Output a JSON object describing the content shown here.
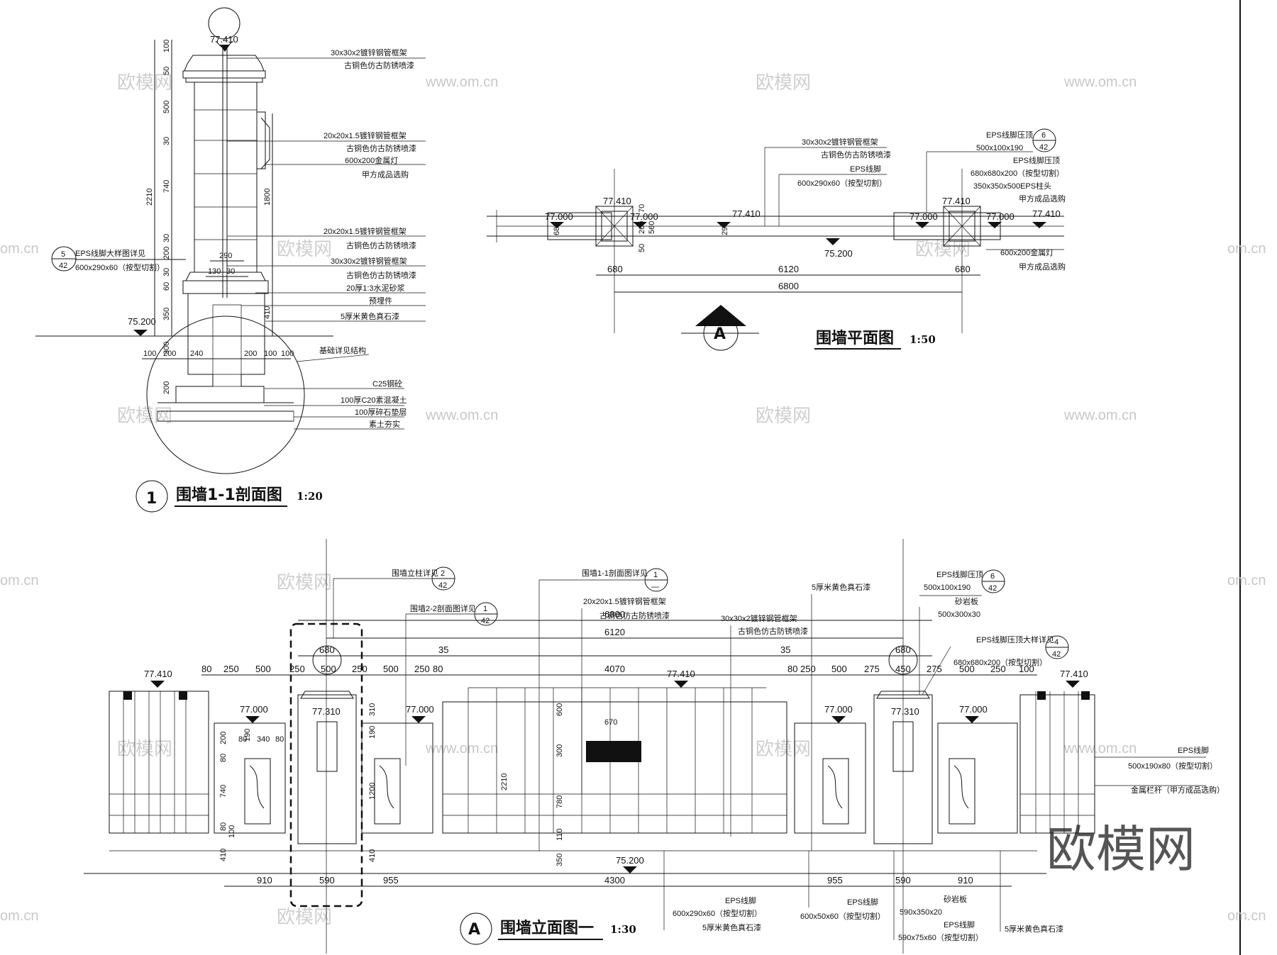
{
  "watermarks": {
    "brand_cn": "欧模网",
    "url": "www.om.cn",
    "url_edge": "om.cn"
  },
  "section": {
    "title": "围墙1-1剖面图",
    "scale": "1:20",
    "marker": "1",
    "elev_top": "77.410",
    "elev_ground": "75.200",
    "dims_v": [
      "100",
      "50",
      "500",
      "30",
      "740",
      "30",
      "200",
      "30",
      "60",
      "350",
      "300",
      "200",
      "2210",
      "1800",
      "410"
    ],
    "dims_h": [
      "290",
      "130",
      "30",
      "100",
      "200",
      "240",
      "200",
      "100",
      "100"
    ],
    "callout": {
      "num": "5",
      "sheet": "42",
      "line1": "EPS线脚大样图详见",
      "line2": "600x290x60（按型切割）"
    },
    "labels": [
      "30x30x2镀锌钢管框架",
      "古铜色仿古防锈喷漆",
      "20x20x1.5镀锌钢管框架",
      "古铜色仿古防锈喷漆",
      "600x200金属灯",
      "甲方成品选购",
      "20x20x1.5镀锌钢管框架",
      "古铜色仿古防锈喷漆",
      "30x30x2镀锌钢管框架",
      "古铜色仿古防锈喷漆",
      "20厚1:3水泥砂浆",
      "预埋件",
      "5厚米黄色真石漆",
      "基础详见结构",
      "C25钢砼",
      "100厚C20素混凝土",
      "100厚碎石垫层",
      "素土夯实"
    ]
  },
  "plan": {
    "title": "围墙平面图",
    "scale": "1:50",
    "marker": "A",
    "elevs": [
      "77.000",
      "77.410",
      "77.000",
      "77.410",
      "77.410",
      "77.000",
      "77.000",
      "77.410"
    ],
    "elev_ground": "75.200",
    "dims": [
      "680",
      "6120",
      "680",
      "6800",
      "680",
      "70",
      "260",
      "50",
      "560",
      "290"
    ],
    "labels": [
      "30x30x2镀锌钢管框架",
      "古铜色仿古防锈喷漆",
      "EPS线脚",
      "600x290x60（按型切割）",
      "EPS线脚压顶",
      "500x100x190",
      "EPS线脚压顶",
      "680x680x200（按型切割）",
      "350x350x500EPS柱头",
      "甲方成品选购",
      "600x200金属灯",
      "甲方成品选购"
    ],
    "callout": {
      "num": "6",
      "sheet": "42"
    }
  },
  "elevation": {
    "title": "围墙立面图一",
    "scale": "1:30",
    "marker": "A",
    "elevs": [
      "77.410",
      "77.000",
      "77.310",
      "77.000",
      "77.410",
      "77.000",
      "77.310",
      "77.000",
      "77.410"
    ],
    "elev_ground": "75.200",
    "dims_top_row1": [
      "6800"
    ],
    "dims_top_row2": [
      "6120"
    ],
    "dims_top_row3": [
      "680",
      "35",
      "35",
      "680"
    ],
    "dims_top_row4": [
      "80",
      "250",
      "500",
      "250",
      "500",
      "250",
      "500",
      "250",
      "80",
      "4070",
      "80",
      "250",
      "500",
      "275",
      "450",
      "275",
      "500",
      "250",
      "100"
    ],
    "dims_bottom": [
      "910",
      "590",
      "955",
      "4300",
      "955",
      "590",
      "910"
    ],
    "dims_v": [
      "200",
      "190",
      "80",
      "340",
      "80",
      "80",
      "740",
      "80",
      "100",
      "410",
      "310",
      "190",
      "1200",
      "410",
      "2210",
      "600",
      "300",
      "780",
      "110",
      "350",
      "670"
    ],
    "callouts": [
      {
        "text": "围墙立柱详见",
        "num": "2",
        "sheet": "42"
      },
      {
        "text": "围墙2-2剖面图详见",
        "num": "1",
        "sheet": "42"
      },
      {
        "text": "围墙1-1剖面图详见",
        "num": "1",
        "sheet": "—"
      },
      {
        "text": "EPS线脚压顶",
        "num": "6",
        "sheet": "42"
      },
      {
        "text": "EPS线脚压顶大样详见",
        "num": "4",
        "sheet": "42"
      }
    ],
    "labels": [
      "20x20x1.5镀锌钢管框架",
      "古铜色仿古防锈喷漆",
      "30x30x2镀锌钢管框架",
      "古铜色仿古防锈喷漆",
      "5厚米黄色真石漆",
      "500x100x190",
      "砂岩板",
      "500x300x30",
      "680x680x200（按型切割）",
      "EPS线脚",
      "500x190x80（按型切割）",
      "金属栏杆（甲方成品选购）",
      "EPS线脚",
      "600x290x60（按型切割）",
      "5厚米黄色真石漆",
      "EPS线脚",
      "600x50x60（按型切割）",
      "砂岩板",
      "590x350x20",
      "EPS线脚",
      "590x75x60（按型切割）",
      "5厚米黄色真石漆"
    ]
  }
}
